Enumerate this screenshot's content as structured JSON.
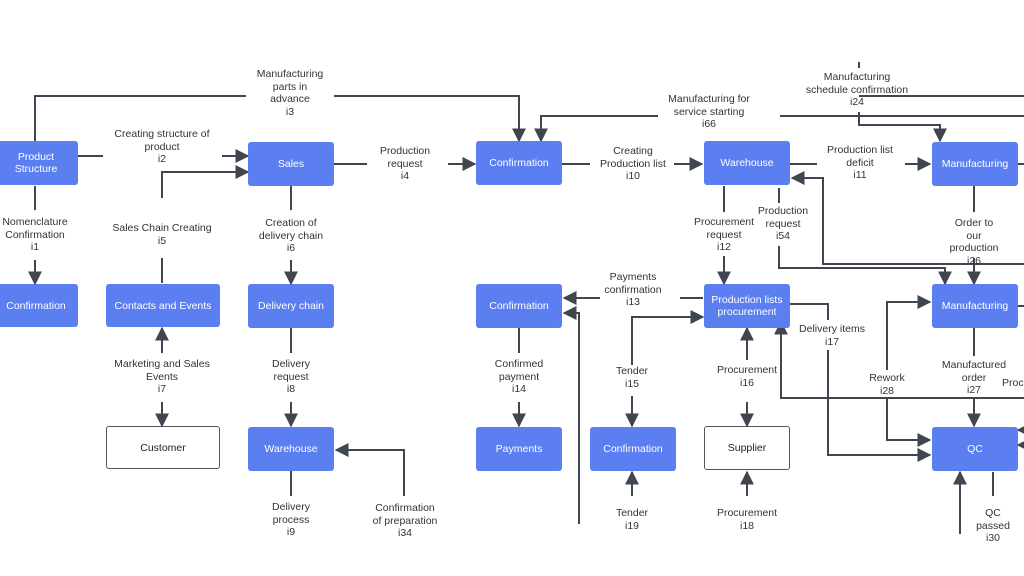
{
  "nodes": {
    "product_structure": "Product Structure",
    "sales": "Sales",
    "confirmation_top": "Confirmation",
    "warehouse_top": "Warehouse",
    "manufacturing_top": "Manufacturing",
    "confirmation_left": "Confirmation",
    "contacts_events": "Contacts and Events",
    "delivery_chain": "Delivery chain",
    "confirmation_mid": "Confirmation",
    "production_lists": "Production lists procurement",
    "manufacturing_mid": "Manufacturing",
    "customer": "Customer",
    "warehouse_bottom": "Warehouse",
    "payments": "Payments",
    "confirmation_bottom": "Confirmation",
    "supplier": "Supplier",
    "qc": "QC"
  },
  "labels": {
    "i1": "Nomenclature\nConfirmation\ni1",
    "i2": "Creating structure of\nproduct\ni2",
    "i3": "Manufacturing\nparts in\nadvance\ni3",
    "i4": "Production\nrequest\ni4",
    "i5": "Sales Chain Creating\ni5",
    "i6": "Creation of\ndelivery chain\ni6",
    "i7": "Marketing and Sales\nEvents\ni7",
    "i8": "Delivery\nrequest\ni8",
    "i9": "Delivery\nprocess\ni9",
    "i34": "Confirmation\nof preparation\ni34",
    "i10": "Creating\nProduction list\ni10",
    "i66": "Manufacturing for\nservice starting\ni66",
    "i24": "Manufacturing\nschedule confirmation\ni24",
    "i11": "Production list\ndeficit\ni11",
    "i12": "Procurement\nrequest\ni12",
    "i54": "Production\nrequest\ni54",
    "i26": "Order to our\nproduction\ni26",
    "i13": "Payments\nconfirmation\ni13",
    "i14": "Confirmed\npayment\ni14",
    "i17": "Delivery items\ni17",
    "i15": "Tender\ni15",
    "i16": "Procurement\ni16",
    "i28": "Rework\ni28",
    "i27": "Manufactured\norder\ni27",
    "proc": "Proc",
    "i19": "Tender\ni19",
    "i18": "Procurement\ni18",
    "i30": "QC passed\ni30"
  },
  "colors": {
    "node_fill": "#5b7ff1",
    "line": "#3f4650",
    "text": "#333333"
  }
}
